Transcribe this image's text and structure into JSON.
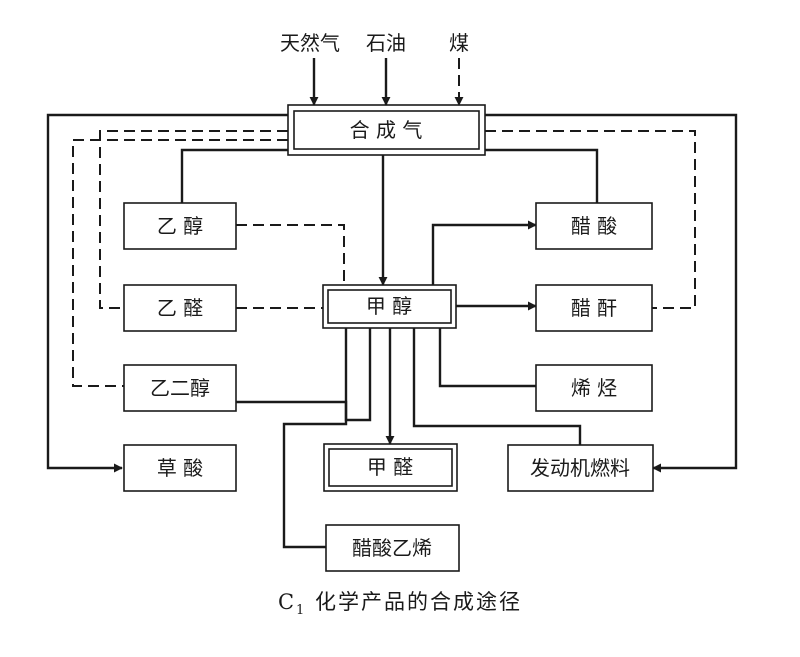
{
  "sources": {
    "natural_gas": "天然气",
    "petroleum": "石油",
    "coal": "煤"
  },
  "nodes": {
    "syngas": "合 成 气",
    "ethanol": "乙 醇",
    "acetaldehyde": "乙 醛",
    "ethylene_glycol": "乙二醇",
    "oxalic_acid": "草 酸",
    "methanol": "甲 醇",
    "formaldehyde": "甲 醛",
    "vinyl_acetate": "醋酸乙烯",
    "acetic_acid": "醋 酸",
    "acetic_anhydride": "醋 酐",
    "olefins": "烯 烃",
    "engine_fuel": "发动机燃料"
  },
  "caption": {
    "prefix": "C",
    "subscript": "1",
    "text": " 化学产品的合成途径"
  },
  "colors": {
    "ink": "#1a1a1a",
    "background": "#ffffff"
  }
}
